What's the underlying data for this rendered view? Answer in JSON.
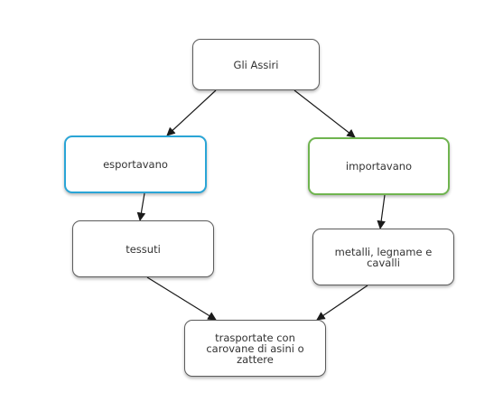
{
  "diagram": {
    "nodes": {
      "root": "Gli Assiri",
      "export": "esportavano",
      "import": "importavano",
      "tessuti": "tessuti",
      "metalli": "metalli, legname e cavalli",
      "trasporto": "trasportate con carovane di asini o zattere"
    },
    "edges": [
      {
        "from": "root",
        "to": "export"
      },
      {
        "from": "root",
        "to": "import"
      },
      {
        "from": "export",
        "to": "tessuti"
      },
      {
        "from": "import",
        "to": "metalli"
      },
      {
        "from": "tessuti",
        "to": "trasporto"
      },
      {
        "from": "metalli",
        "to": "trasporto"
      }
    ],
    "colors": {
      "export_border": "#2aa5d6",
      "import_border": "#6fb44f",
      "default_border": "#5c5c5c",
      "edge": "#1a1a1a"
    }
  }
}
